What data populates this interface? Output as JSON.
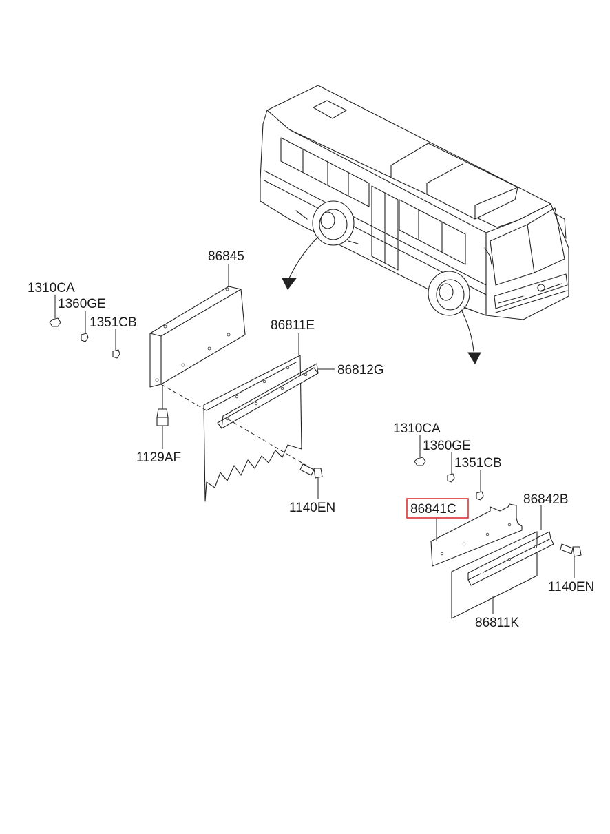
{
  "labels": {
    "l86845": "86845",
    "l1310ca_left": "1310CA",
    "l1360ge_left": "1360GE",
    "l1351cb_left": "1351CB",
    "l86811e": "86811E",
    "l86812g": "86812G",
    "l1129af": "1129AF",
    "l1140en_left": "1140EN",
    "l1310ca_right": "1310CA",
    "l1360ge_right": "1360GE",
    "l1351cb_right": "1351CB",
    "l86842b": "86842B",
    "l86841c": "86841C",
    "l1140en_right": "1140EN",
    "l86811k": "86811K"
  },
  "highlight": {
    "part": "86841C",
    "color": "#e03030"
  }
}
